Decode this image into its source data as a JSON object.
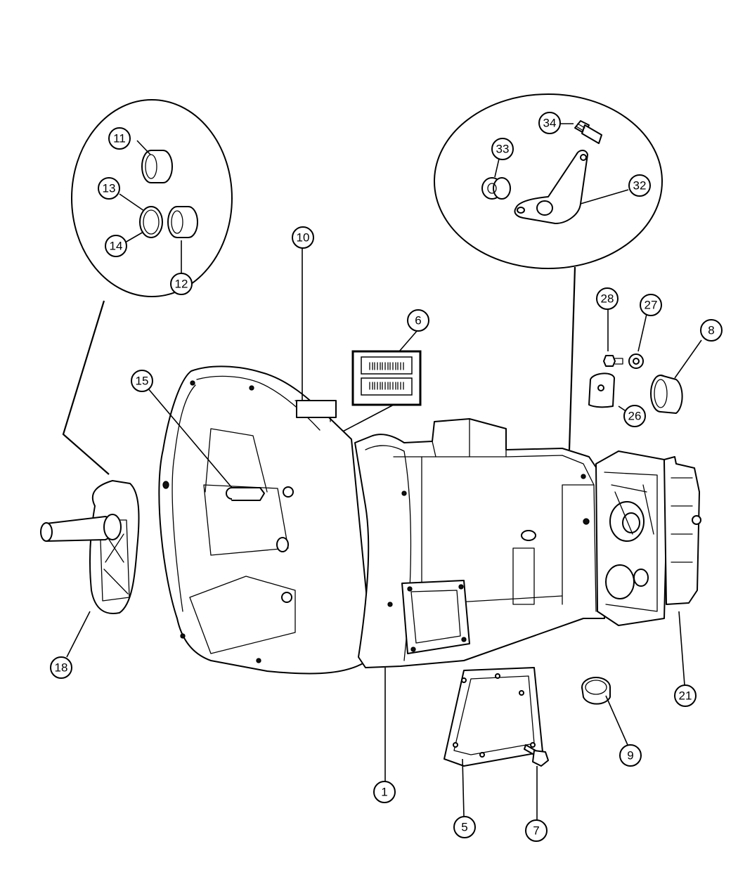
{
  "callouts": [
    {
      "id": "c1",
      "label": "1"
    },
    {
      "id": "c5",
      "label": "5"
    },
    {
      "id": "c6",
      "label": "6"
    },
    {
      "id": "c7",
      "label": "7"
    },
    {
      "id": "c8",
      "label": "8"
    },
    {
      "id": "c9",
      "label": "9"
    },
    {
      "id": "c10",
      "label": "10"
    },
    {
      "id": "c11",
      "label": "11"
    },
    {
      "id": "c12",
      "label": "12"
    },
    {
      "id": "c13",
      "label": "13"
    },
    {
      "id": "c14",
      "label": "14"
    },
    {
      "id": "c15",
      "label": "15"
    },
    {
      "id": "c18",
      "label": "18"
    },
    {
      "id": "c21",
      "label": "21"
    },
    {
      "id": "c26",
      "label": "26"
    },
    {
      "id": "c27",
      "label": "27"
    },
    {
      "id": "c28",
      "label": "28"
    },
    {
      "id": "c32",
      "label": "32"
    },
    {
      "id": "c33",
      "label": "33"
    },
    {
      "id": "c34",
      "label": "34"
    }
  ]
}
